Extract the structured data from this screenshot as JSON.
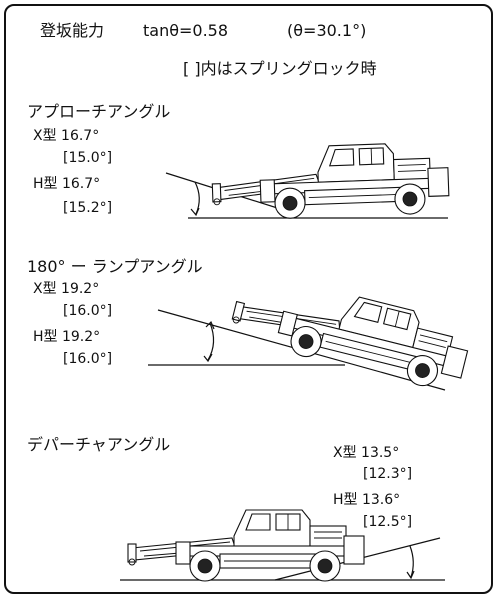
{
  "header": {
    "title": "登坂能力",
    "formula": "tanθ=0.58",
    "angle": "(θ=30.1°)",
    "note": "[ ]内はスプリングロック時"
  },
  "approach": {
    "title": "アプローチアングル",
    "x_value": "X型 16.7°",
    "x_lock": "[15.0°]",
    "h_value": "H型 16.7°",
    "h_lock": "[15.2°]"
  },
  "ramp": {
    "title": "180° ー ランプアングル",
    "x_value": "X型 19.2°",
    "x_lock": "[16.0°]",
    "h_value": "H型 19.2°",
    "h_lock": "[16.0°]"
  },
  "departure": {
    "title": "デパーチャアングル",
    "x_value": "X型 13.5°",
    "x_lock": "[12.3°]",
    "h_value": "H型 13.6°",
    "h_lock": "[12.5°]"
  }
}
